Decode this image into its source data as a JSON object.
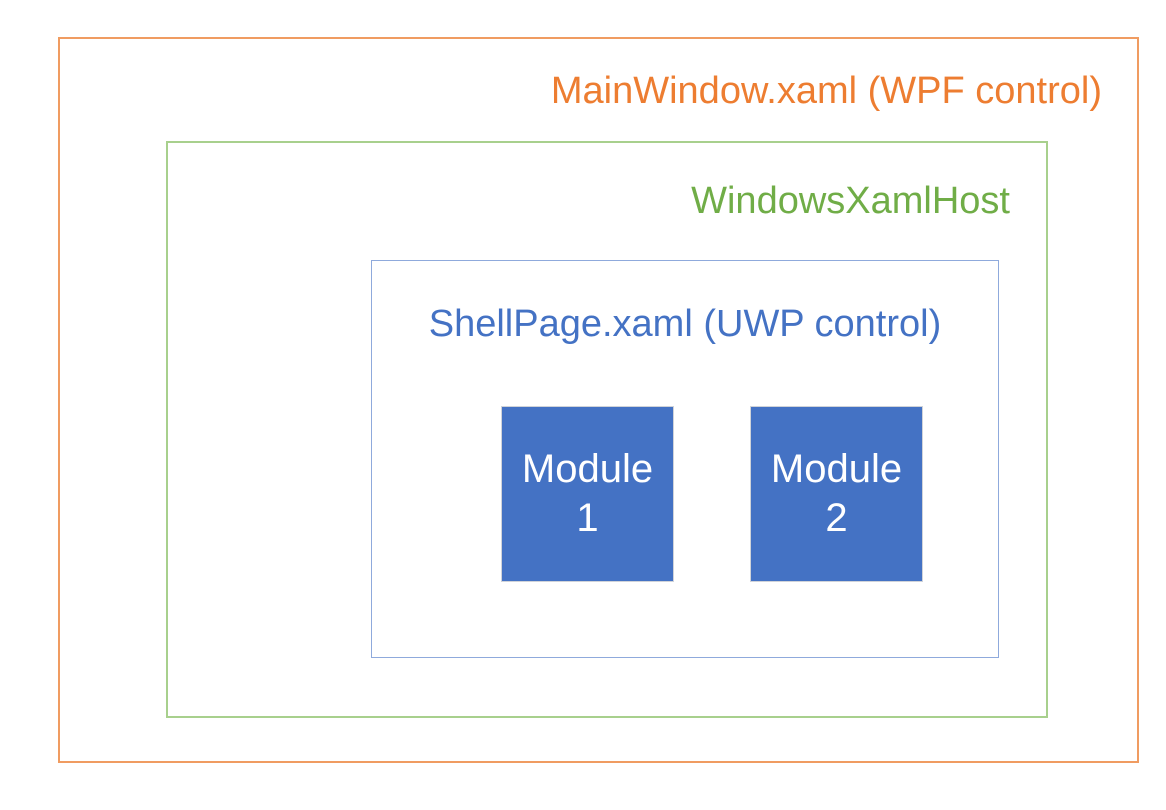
{
  "diagram": {
    "title": "MainWindow.xaml (WPF control)",
    "outer_box": {
      "label": "MainWindow.xaml (WPF control)",
      "text_color": "#ED7D31",
      "border_color": "#F09C61"
    },
    "host_box": {
      "label": "WindowsXamlHost",
      "text_color": "#70AD47",
      "border_color": "#A8D08D"
    },
    "shell_box": {
      "label": "ShellPage.xaml (UWP control)",
      "text_color": "#4472C4",
      "border_color": "#8FAADC"
    },
    "modules": [
      {
        "label": "Module 1",
        "line1": "Module",
        "line2": "1",
        "fill_color": "#4472C4",
        "border_color": "#D0D3D9",
        "text_color": "#FFFFFF"
      },
      {
        "label": "Module 2",
        "line1": "Module",
        "line2": "2",
        "fill_color": "#4472C4",
        "border_color": "#D0D3D9",
        "text_color": "#FFFFFF"
      }
    ],
    "background_color": "#FFFFFF"
  }
}
